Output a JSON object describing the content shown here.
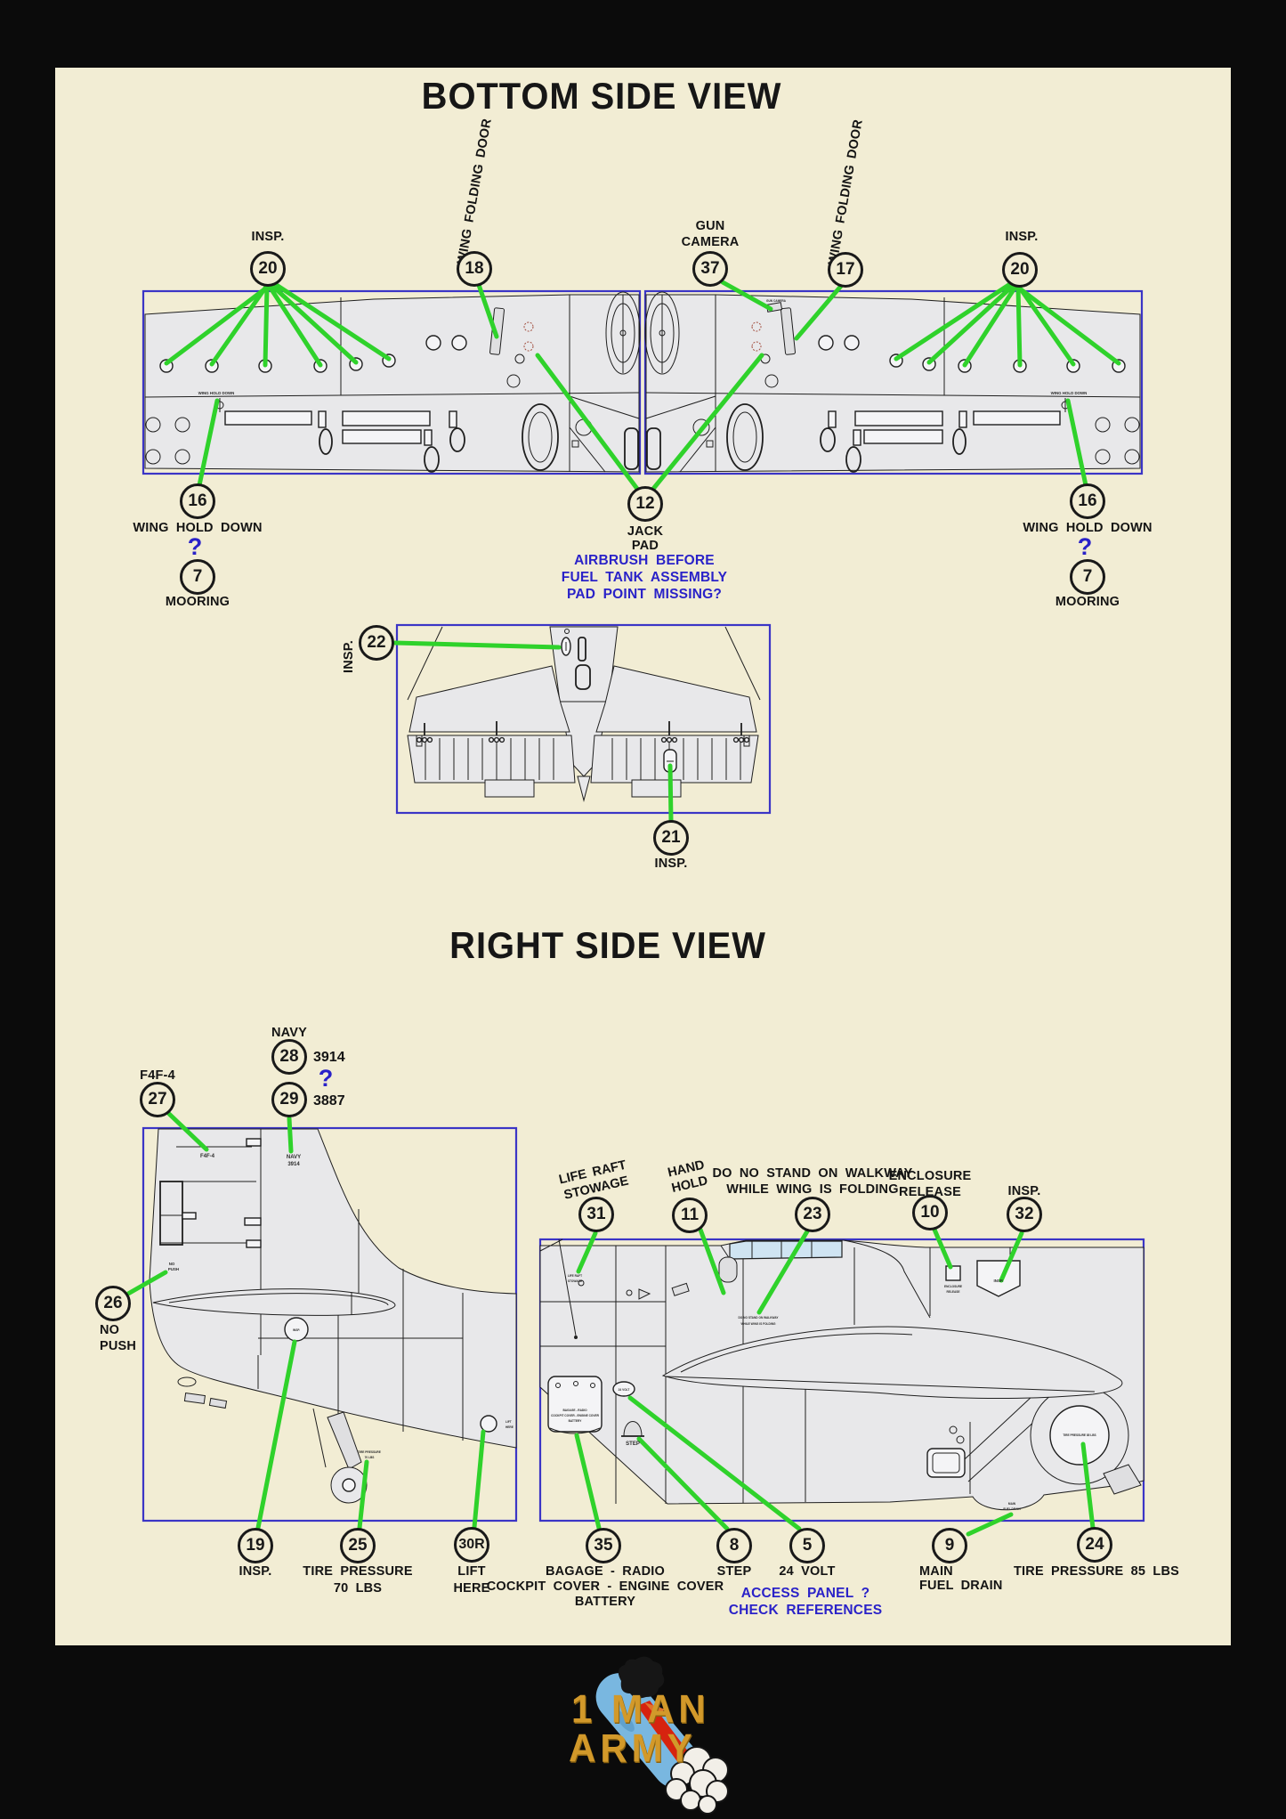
{
  "titles": {
    "bottom": "BOTTOM SIDE VIEW",
    "right": "RIGHT SIDE VIEW"
  },
  "colors": {
    "background": "#0b0b0b",
    "paper": "#f2edd4",
    "frame_blue": "#3b35c6",
    "callout_green": "#2fd22b",
    "ink": "#191919",
    "note_blue": "#2a22c8",
    "drawing_fill": "#e8e8ea",
    "canopy_glass": "#cfe4f2",
    "logo_gold": "#d2992a",
    "logo_bomb_blue": "#79b7e0",
    "logo_flame_red": "#d6230f"
  },
  "numbers": {
    "n5": "5",
    "n7": "7",
    "n8": "8",
    "n9": "9",
    "n10": "10",
    "n11": "11",
    "n12": "12",
    "n16": "16",
    "n17": "17",
    "n18": "18",
    "n19": "19",
    "n20": "20",
    "n21": "21",
    "n22": "22",
    "n23": "23",
    "n24": "24",
    "n25": "25",
    "n26": "26",
    "n27": "27",
    "n28": "28",
    "n29": "29",
    "n30r": "30R",
    "n31": "31",
    "n32": "32",
    "n35": "35",
    "n37": "37"
  },
  "labels": {
    "insp": "INSP.",
    "wing_folding_door": "WING FOLDING DOOR",
    "gun_camera": [
      "GUN",
      "CAMERA"
    ],
    "gun_camera_inline": "GUN CAMERA",
    "wing_hold_down": "WING HOLD DOWN",
    "mooring": "MOORING",
    "jack_pad": [
      "JACK",
      "PAD"
    ],
    "question": "?",
    "navy": "NAVY",
    "f4f4": "F4F-4",
    "buno1": "3914",
    "buno2": "3887",
    "no_push": [
      "NO",
      "PUSH"
    ],
    "tire70": [
      "TIRE PRESSURE",
      "70 LBS"
    ],
    "lift_here": [
      "LIFT",
      "HERE"
    ],
    "life_raft": [
      "LIFE RAFT",
      "STOWAGE"
    ],
    "hand_hold": [
      "HAND",
      "HOLD"
    ],
    "walkway": [
      "DO NO STAND ON WALKWAY",
      "WHILE WING IS FOLDING"
    ],
    "enclosure": [
      "ENCLOSURE",
      "RELEASE"
    ],
    "bagage": [
      "BAGAGE - RADIO",
      "COCKPIT COVER - ENGINE COVER",
      "BATTERY"
    ],
    "step": "STEP",
    "volt24": "24 VOLT",
    "main_fuel": [
      "MAIN",
      "FUEL DRAIN"
    ],
    "tire85": "TIRE PRESSURE 85 LBS"
  },
  "notes": {
    "jack": [
      "AIRBRUSH BEFORE",
      "FUEL TANK ASSEMBLY",
      "PAD POINT MISSING?"
    ],
    "access": [
      "ACCESS PANEL ?",
      "CHECK REFERENCES"
    ]
  },
  "logo": {
    "line1": "1 MAN",
    "line2": "ARMY"
  }
}
